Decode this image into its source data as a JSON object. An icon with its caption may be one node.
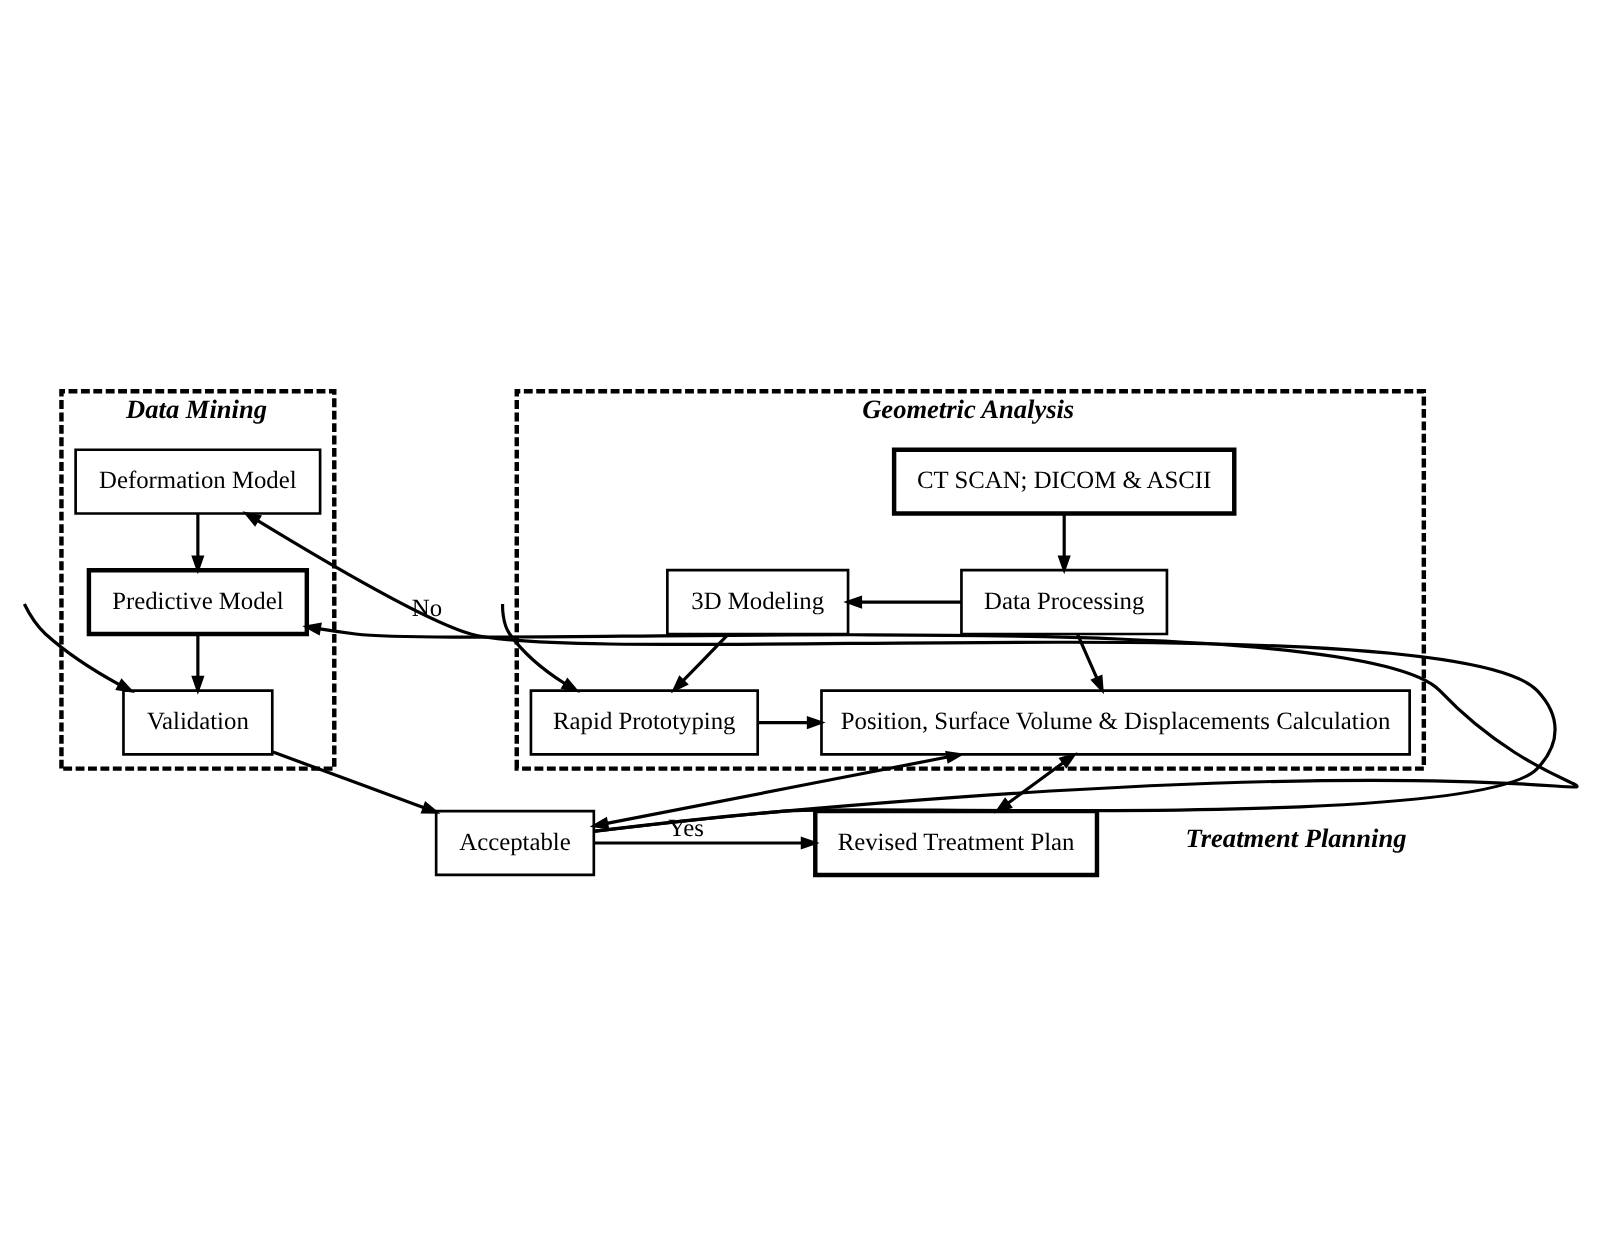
{
  "diagram": {
    "nodes": [
      {
        "text": [
          "Geometric Analysis"
        ]
      },
      {
        "text": [
          "CT SCAN; DICOM & ASCII"
        ],
        "in": 0
      },
      {
        "text": [
          "Data Processing"
        ],
        "in": 0
      },
      {
        "text": [
          "3D Modeling"
        ],
        "in": 0
      },
      {
        "text": [
          "Position, Surface Volume & Displacements Calculation"
        ],
        "in": 0
      },
      {
        "text": [
          "Rapid Prototyping"
        ],
        "in": 0
      },
      {
        "text": [
          "Data Mining"
        ]
      },
      {
        "text": [
          "Deformation Model"
        ],
        "in": 6
      },
      {
        "text": [
          "Predictive Model"
        ],
        "in": 6
      },
      {
        "text": [
          "Validation"
        ],
        "in": 6
      },
      {
        "text": [
          "Acceptable"
        ]
      },
      {
        "text": [
          "Revised Treatment Plan"
        ],
        "beside": [
          "Treatment Planning"
        ]
      }
    ],
    "edges": [
      {
        "from": 1,
        "to": 2,
        "arrow": "to"
      },
      {
        "from": 2,
        "to": 3,
        "arrow": "to"
      },
      {
        "from": 2,
        "to": 4,
        "arrow": "to"
      },
      {
        "from": 3,
        "to": 5,
        "arrow": "to"
      },
      {
        "from": 5,
        "to": 4,
        "arrow": "to"
      },
      {
        "from": null,
        "to": 5,
        "arrow": "to"
      },
      {
        "from": 7,
        "to": 8,
        "arrow": "to"
      },
      {
        "from": 8,
        "to": 9,
        "arrow": "to"
      },
      {
        "from": 9,
        "to": 10,
        "arrow": "to"
      },
      {
        "from": 10,
        "to": 7,
        "arrow": "to",
        "label": "No"
      },
      {
        "from": 10,
        "to": 8,
        "arrow": "to"
      },
      {
        "from": 10,
        "to": 4,
        "arrow": "both"
      },
      {
        "from": 10,
        "to": 11,
        "arrow": "to",
        "label": "Yes"
      },
      {
        "from": 4,
        "to": 11,
        "arrow": "both"
      },
      {
        "from": null,
        "to": 9,
        "arrow": "to"
      }
    ]
  }
}
